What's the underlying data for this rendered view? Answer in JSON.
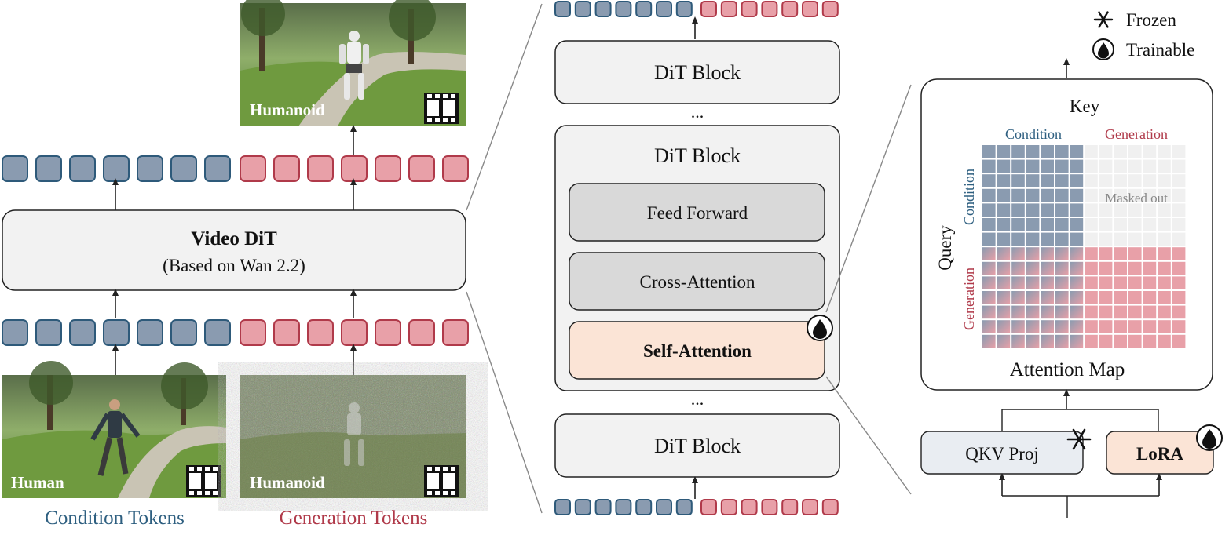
{
  "left": {
    "top_image_label": "Humanoid",
    "dit_title": "Video DiT",
    "dit_subtitle": "(Based on Wan 2.2)",
    "bottom_left_image_label": "Human",
    "bottom_right_image_label": "Humanoid",
    "condition_caption": "Condition Tokens",
    "generation_caption": "Generation Tokens"
  },
  "middle": {
    "top_block": "DiT Block",
    "ellipsis_top": "...",
    "main_block": "DiT Block",
    "feed_forward": "Feed Forward",
    "cross_attention": "Cross-Attention",
    "self_attention": "Self-Attention",
    "ellipsis_bottom": "...",
    "bottom_block": "DiT Block"
  },
  "right": {
    "key_label": "Key",
    "condition_col_label": "Condition",
    "generation_col_label": "Generation",
    "query_label": "Query",
    "condition_row_label": "Condition",
    "generation_row_label": "Generation",
    "masked_label": "Masked out",
    "attention_map_label": "Attention Map",
    "qkv_label": "QKV Proj",
    "lora_label": "LoRA"
  },
  "legend": {
    "frozen_label": "Frozen",
    "trainable_label": "Trainable"
  },
  "colors": {
    "condition": "#8a9bb0",
    "condition_border": "#2e5a7a",
    "generation": "#e8a0a8",
    "generation_border": "#b03a4a",
    "condition_text": "#2e5f80",
    "generation_text": "#b03a4a",
    "self_attention_fill": "#fbe4d6",
    "block_fill": "#f2f2f2",
    "inner_block_fill": "#d9d9d9",
    "qkv_fill": "#e9edf2"
  }
}
